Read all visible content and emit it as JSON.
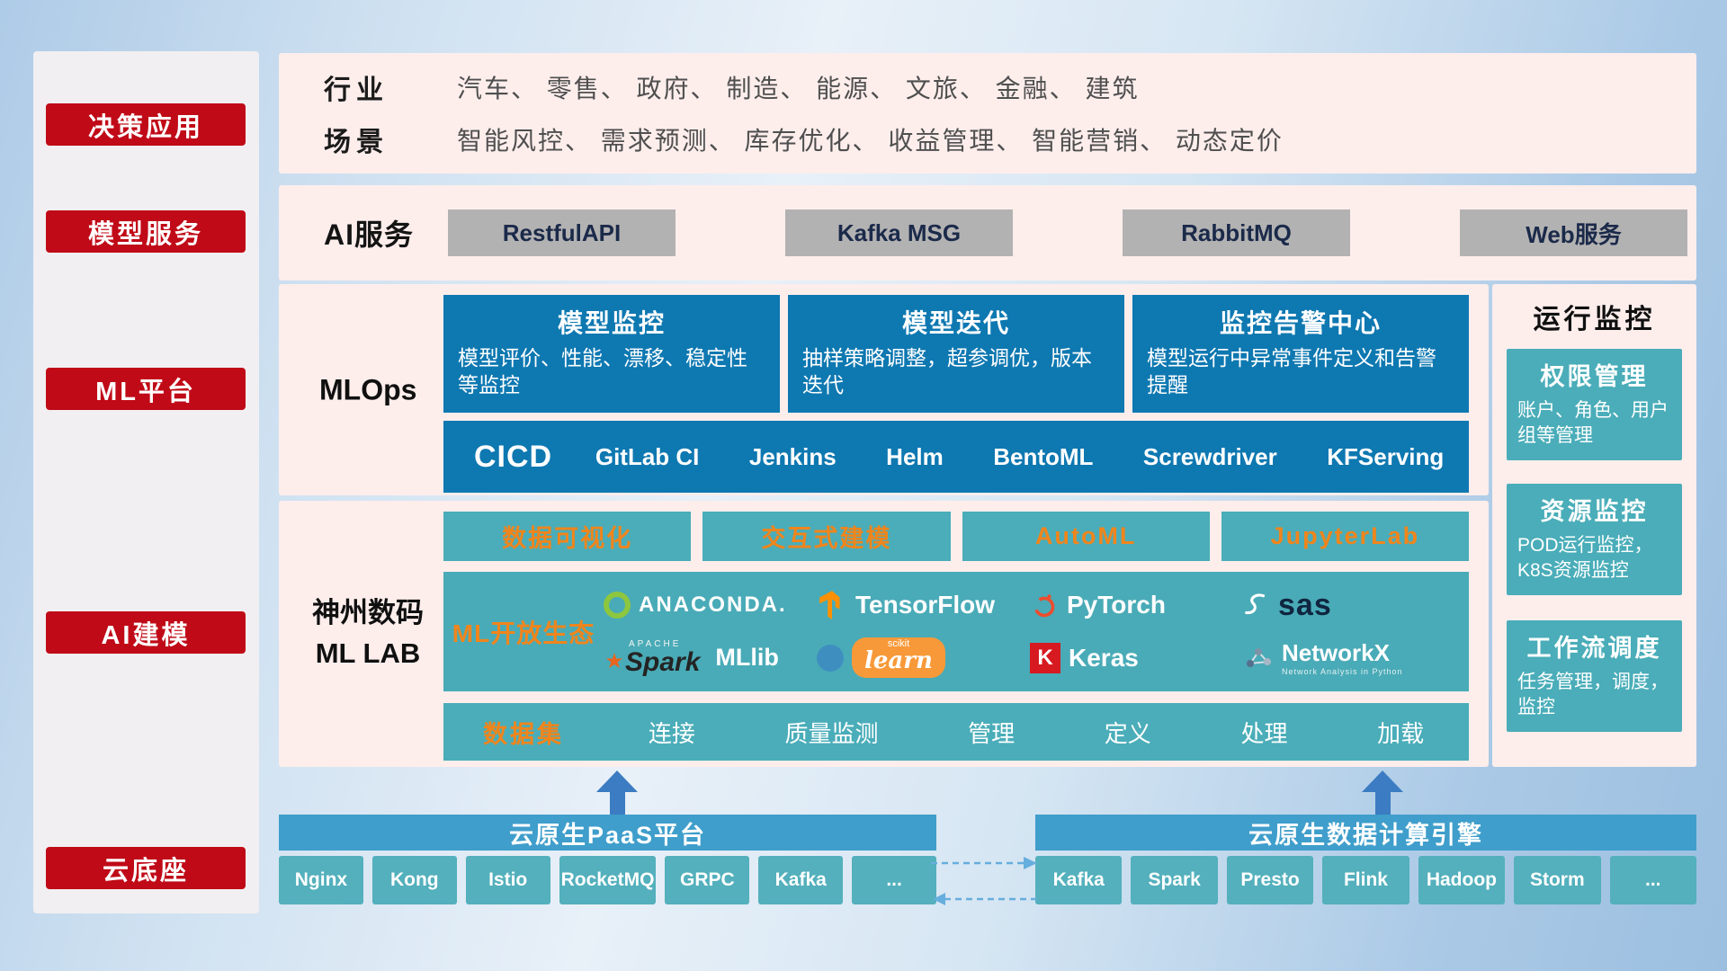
{
  "colors": {
    "accent_red": "#c00a17",
    "panel_pink": "#fdeeec",
    "card_blue": "#0e78b1",
    "teal": "#4aadb9",
    "orange_text": "#f0851c",
    "header_blue": "#3f9ecb",
    "gray_button": "#b3b2b2",
    "arrow_blue": "#3b7cc2"
  },
  "sidebar": {
    "items": [
      {
        "label": "决策应用"
      },
      {
        "label": "模型服务"
      },
      {
        "label": "ML平台"
      },
      {
        "label": "AI建模"
      },
      {
        "label": "云底座"
      }
    ]
  },
  "industry": {
    "row1_label": "行业",
    "row1_text": "汽车、 零售、 政府、 制造、 能源、 文旅、 金融、 建筑",
    "row2_label": "场景",
    "row2_text": "智能风控、 需求预测、 库存优化、 收益管理、 智能营销、 动态定价"
  },
  "ai_service": {
    "label": "AI服务",
    "items": [
      {
        "label": "RestfulAPI"
      },
      {
        "label": "Kafka MSG"
      },
      {
        "label": "RabbitMQ"
      },
      {
        "label": "Web服务"
      }
    ]
  },
  "mlops": {
    "label": "MLOps",
    "cards": [
      {
        "title": "模型监控",
        "desc": "模型评价、性能、漂移、稳定性等监控"
      },
      {
        "title": "模型迭代",
        "desc": "抽样策略调整，超参调优，版本迭代"
      },
      {
        "title": "监控告警中心",
        "desc": "模型运行中异常事件定义和告警提醒"
      }
    ],
    "cicd_label": "CICD",
    "cicd_items": [
      {
        "label": "GitLab CI"
      },
      {
        "label": "Jenkins"
      },
      {
        "label": "Helm"
      },
      {
        "label": "BentoML"
      },
      {
        "label": "Screwdriver"
      },
      {
        "label": "KFServing"
      }
    ]
  },
  "mllab": {
    "label_line1": "神州数码",
    "label_line2": "ML LAB",
    "top_items": [
      {
        "label": "数据可视化"
      },
      {
        "label": "交互式建模"
      },
      {
        "label": "AutoML"
      },
      {
        "label": "JupyterLab"
      }
    ],
    "ecosystem_label": "ML开放生态",
    "logos": [
      {
        "label": "ANACONDA."
      },
      {
        "label": "TensorFlow"
      },
      {
        "label": "PyTorch"
      },
      {
        "label": "sas"
      },
      {
        "sub": "APACHE",
        "label": "Spark",
        "extra": "MLlib"
      },
      {
        "sub": "scikit",
        "label": "learn"
      },
      {
        "label": "Keras",
        "icon_letter": "K"
      },
      {
        "label": "NetworkX",
        "sub": "Network Analysis in Python"
      }
    ],
    "dataset_label": "数据集",
    "dataset_items": [
      {
        "label": "连接"
      },
      {
        "label": "质量监测"
      },
      {
        "label": "管理"
      },
      {
        "label": "定义"
      },
      {
        "label": "处理"
      },
      {
        "label": "加载"
      }
    ]
  },
  "monitor": {
    "title": "运行监控",
    "cards": [
      {
        "title": "权限管理",
        "desc": "账户、角色、用户组等管理"
      },
      {
        "title": "资源监控",
        "desc": "POD运行监控，K8S资源监控"
      },
      {
        "title": "工作流调度",
        "desc": "任务管理，调度，监控"
      }
    ]
  },
  "bottom": {
    "paas_title": "云原生PaaS平台",
    "paas_items": [
      {
        "label": "Nginx"
      },
      {
        "label": "Kong"
      },
      {
        "label": "Istio"
      },
      {
        "label": "RocketMQ"
      },
      {
        "label": "GRPC"
      },
      {
        "label": "Kafka"
      },
      {
        "label": "..."
      }
    ],
    "engine_title": "云原生数据计算引擎",
    "engine_items": [
      {
        "label": "Kafka"
      },
      {
        "label": "Spark"
      },
      {
        "label": "Presto"
      },
      {
        "label": "Flink"
      },
      {
        "label": "Hadoop"
      },
      {
        "label": "Storm"
      },
      {
        "label": "..."
      }
    ]
  }
}
